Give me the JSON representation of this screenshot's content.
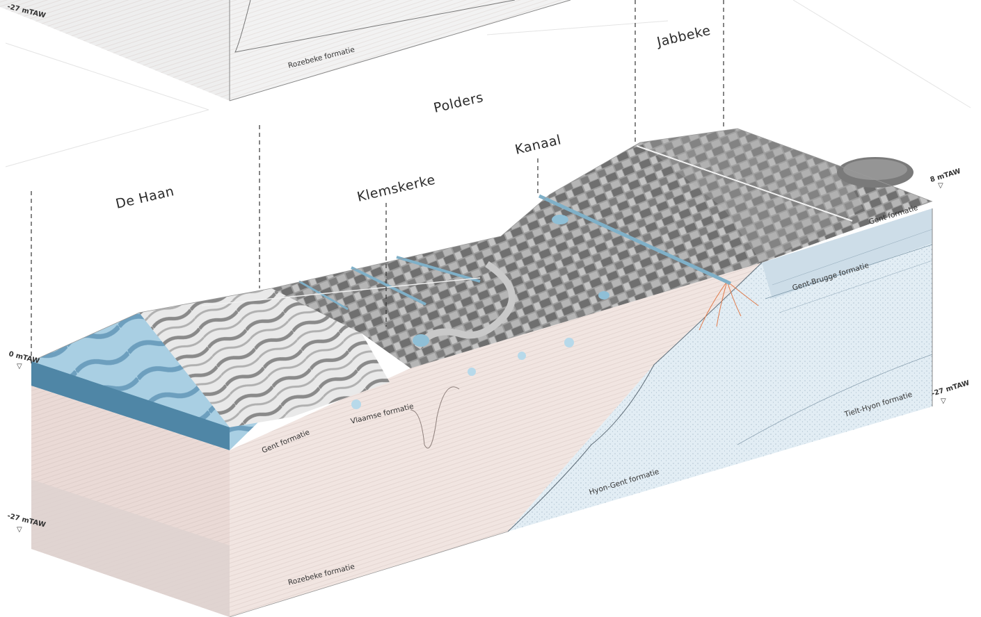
{
  "places": {
    "de_haan": "De Haan",
    "polders": "Polders",
    "klemskerke": "Klemskerke",
    "kanaal": "Kanaal",
    "jabbeke": "Jabbeke"
  },
  "formations": {
    "vlaamse": "Vlaamse formatie",
    "gent_west": "Gent formatie",
    "gent_east": "Gent formatie",
    "gent_brugge": "Gent-Brugge formatie",
    "tielt_hyon": "Tielt-Hyon formatie",
    "hyon_gent": "Hyon-Gent formatie",
    "rozebeke": "Rozebeke formatie",
    "rozebeke_top": "Rozebeke formatie"
  },
  "levels": {
    "west_0": "0 mTAW",
    "west_neg27": "-27 mTAW",
    "east_8": "8 mTAW",
    "east_neg27": "-27 mTAW",
    "top_neg27": "-27 mTAW"
  },
  "colors": {
    "sea": "#5b8fae",
    "sea_light": "#a9cfe3",
    "vlaamse_pink": "#efe2de",
    "hyon_blue": "#dfeaf2",
    "gent_brugge_blue": "#cfdfe9",
    "land_grey": "#8f8f8f",
    "canal_blue": "#7fb0c8",
    "orange_fan": "#e07a4a"
  }
}
